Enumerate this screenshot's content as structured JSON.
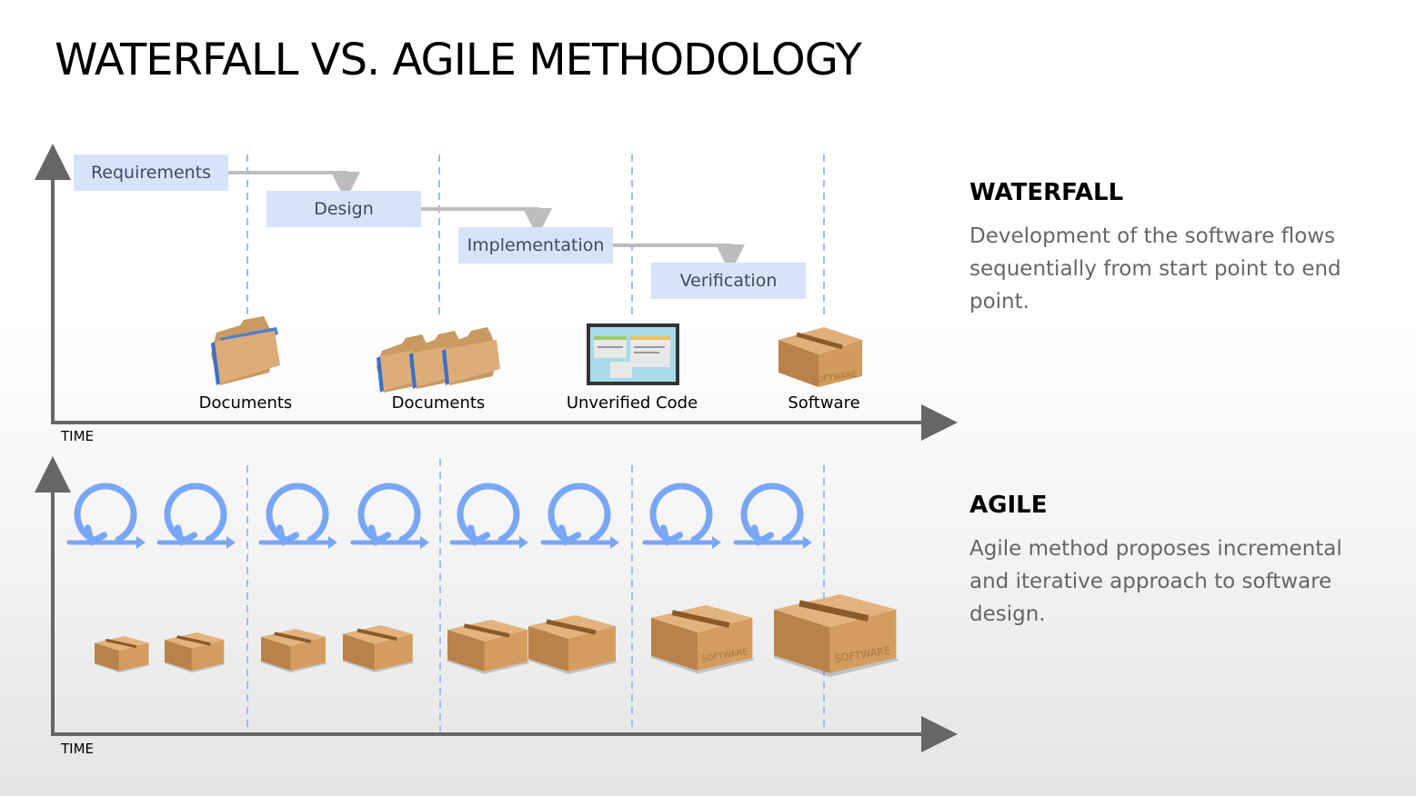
{
  "title": "WATERFALL VS. AGILE METHODOLOGY",
  "waterfall": {
    "phases": [
      "Requirements",
      "Design",
      "Implementation",
      "Verification"
    ],
    "outputs": [
      "Documents",
      "Documents",
      "Unverified Code",
      "Software"
    ],
    "axis_label": "TIME",
    "heading": "WATERFALL",
    "description": "Development of the software flows sequentially from start point to end point.",
    "box_stamp": "SOFTWARE"
  },
  "agile": {
    "axis_label": "TIME",
    "heading": "AGILE",
    "description": "Agile method proposes incremental and iterative approach to software design.",
    "box_stamp": "SOFTWARE"
  },
  "colors": {
    "phase_box": "#d6e4fb",
    "iteration_arrow": "#7aa7f5",
    "dashed_line": "#9dbdf3",
    "axis": "#666666",
    "box": "#d8a56c"
  }
}
